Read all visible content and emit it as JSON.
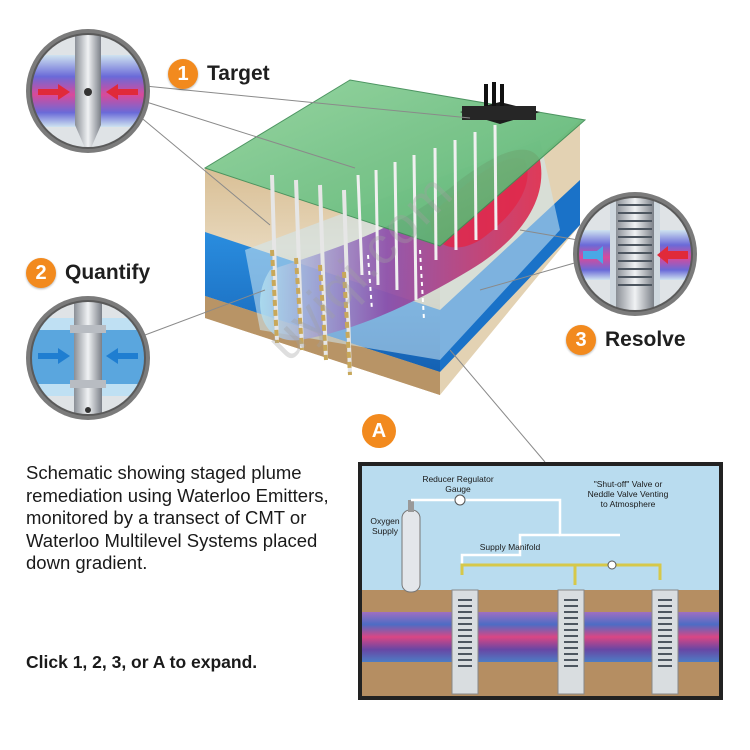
{
  "steps": [
    {
      "number": "1",
      "label": "Target"
    },
    {
      "number": "2",
      "label": "Quantify"
    },
    {
      "number": "3",
      "label": "Resolve"
    }
  ],
  "hotspot_a": {
    "label": "A"
  },
  "caption": "Schematic showing staged plume remediation using Waterloo Emitters, monitored by a transect of CMT or Waterloo Multilevel Systems placed down gradient.",
  "instruction": "Click 1, 2, 3, or A to expand.",
  "inset": {
    "reducer_label_line1": "Reducer Regulator",
    "reducer_label_line2": "Gauge",
    "oxygen_label_line1": "Oxygen",
    "oxygen_label_line2": "Supply",
    "valve_label_line1": "\"Shut-off\" Valve or",
    "valve_label_line2": "Neddle Valve Venting",
    "valve_label_line3": "to Atmosphere",
    "manifold_label": "Supply Manifold"
  },
  "watermark": "uyiqi.com",
  "colors": {
    "accent_orange": "#f28a1e",
    "ground_top": "#7fc98a",
    "soil": "#c9a77a",
    "aquifer_blue": "#1f7ed1",
    "plume_purple": "#8a3ea6",
    "plume_red": "#e0284a"
  }
}
